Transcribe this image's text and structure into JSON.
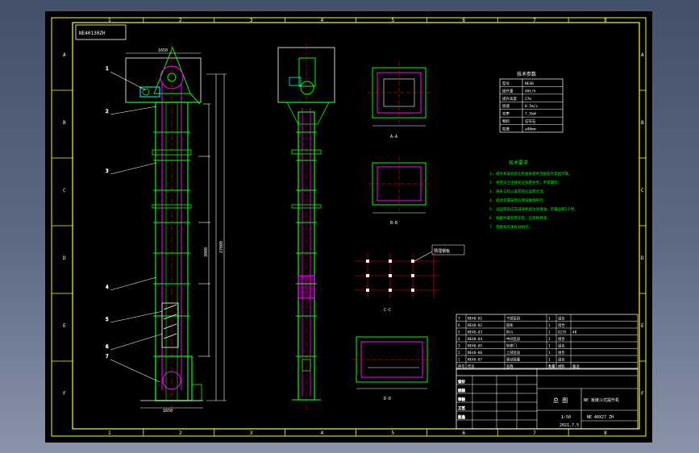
{
  "frame": {
    "columns": [
      "1",
      "2",
      "3",
      "4",
      "5",
      "6",
      "7",
      "8"
    ],
    "rows": [
      "A",
      "B",
      "C",
      "D",
      "E",
      "F"
    ]
  },
  "drawing_number_stamp": "NE40130ZH",
  "item_callouts": [
    "1",
    "2",
    "3",
    "4",
    "5",
    "6",
    "7"
  ],
  "parts_list": {
    "rows": [
      {
        "no": "7",
        "code": "NE40-01",
        "name": "下部区段",
        "qty": "1",
        "mat": "组合",
        "note": ""
      },
      {
        "no": "6",
        "code": "NE40-02",
        "name": "链条",
        "qty": "1",
        "mat": "组合",
        "note": ""
      },
      {
        "no": "5",
        "code": "NE40-03",
        "name": "料斗",
        "qty": "1",
        "mat": "Q235",
        "note": "48"
      },
      {
        "no": "4",
        "code": "NE40-04",
        "name": "中间区段",
        "qty": "1",
        "mat": "组合",
        "note": ""
      },
      {
        "no": "3",
        "code": "NE40-05",
        "name": "检修门",
        "qty": "1",
        "mat": "组合",
        "note": ""
      },
      {
        "no": "2",
        "code": "NE40-06",
        "name": "上部区段",
        "qty": "1",
        "mat": "组合",
        "note": ""
      },
      {
        "no": "1",
        "code": "NE40-07",
        "name": "驱动装置",
        "qty": "1",
        "mat": "组合",
        "note": ""
      }
    ],
    "header": [
      "序号",
      "代号",
      "名称",
      "数量",
      "材料",
      "备注"
    ]
  },
  "title_block": {
    "title": "总  图",
    "product": "NE 板链斗式提升机",
    "drawing_no": "NE 40X27 ZH",
    "sheet": "1:50",
    "date": "2021.7.5",
    "mid_cells": [
      "设计",
      "校核",
      "审核",
      "工艺",
      "批准"
    ]
  },
  "tech_table": {
    "title": "技术参数",
    "rows": [
      [
        "型号",
        "NE40"
      ],
      [
        "提升量",
        "40t/h"
      ],
      [
        "提升高度",
        "27m"
      ],
      [
        "链速",
        "0.5m/s"
      ],
      [
        "功率",
        "7.5kW"
      ],
      [
        "物料",
        "石灰石"
      ],
      [
        "粒度",
        "≤40mm"
      ]
    ]
  },
  "tech_requirements": {
    "title": "技术要求",
    "lines": [
      "1. 提升机安装后应检查各部件连接是否牢固可靠。",
      "2. 机壳法兰连接处应加密封垫，不得漏灰。",
      "3. 链条与料斗安装后应运转灵活。",
      "4. 驱动装置安装应保证轴线平行。",
      "5. 试运转前应向减速机加注润滑油，空载运转2小时。",
      "6. 各部件安装完毕后，应涂防锈漆。",
      "7. 其余按有关标准执行。"
    ]
  },
  "view_labels": [
    "A-A",
    "B-B",
    "C-C",
    "D-D"
  ],
  "dims": {
    "total_height": "27000",
    "upper_width": "1650",
    "bottom_width": "1650",
    "mid_section": "3000",
    "flange_note": "预埋钢板"
  },
  "colors": {
    "background": "#000000",
    "frame": "#ffff00",
    "casing": "#00ff00",
    "chain": "#ff00ff",
    "centerline": "#ff0000",
    "text": "#ffffff",
    "title_text": "#00ffff"
  }
}
